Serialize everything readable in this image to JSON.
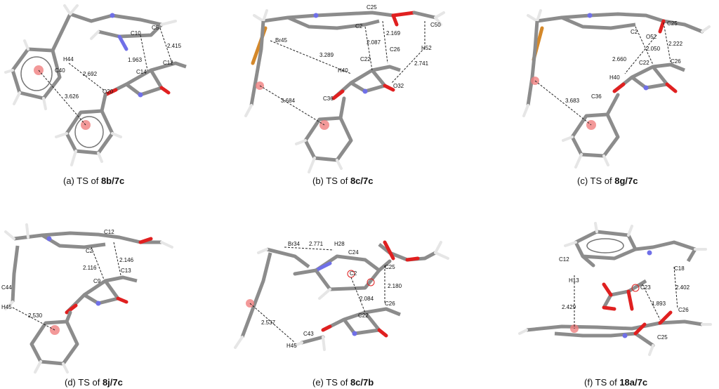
{
  "colors": {
    "carbon": "#8c8c8c",
    "hydrogen": "#e6e6e6",
    "oxygen": "#e02020",
    "nitrogen": "#7070e8",
    "bromine": "#d4882a",
    "centroid": "#f08080",
    "dashed": "#222222"
  },
  "panels": [
    {
      "id": "a",
      "caption_prefix": "(a) TS of ",
      "caption_bold": "8b/7c",
      "atom_labels": [
        "C5",
        "C10",
        "H44",
        "C40",
        "2.415",
        "C12",
        "C14",
        "O20"
      ],
      "distances": [
        "2.692",
        "1.963",
        "3.626"
      ]
    },
    {
      "id": "b",
      "caption_prefix": "(b) TS of ",
      "caption_bold": "8c/7c",
      "atom_labels": [
        "C25",
        "C2",
        "C50",
        "Br45",
        "C26",
        "H52",
        "C22",
        "H40",
        "O32",
        "C36"
      ],
      "distances": [
        "2.169",
        "2.087",
        "3.289",
        "2.741",
        "3.684"
      ]
    },
    {
      "id": "c",
      "caption_prefix": "(c) TS of ",
      "caption_bold": "8g/7c",
      "atom_labels": [
        "C25",
        "C2",
        "O52",
        "C26",
        "C22",
        "H40",
        "C36"
      ],
      "distances": [
        "2.050",
        "2.222",
        "2.660",
        "3.683"
      ]
    },
    {
      "id": "d",
      "caption_prefix": "(d) TS of ",
      "caption_bold": "8j/7c",
      "atom_labels": [
        "C12",
        "C2",
        "C13",
        "C9",
        "C44",
        "H45"
      ],
      "distances": [
        "2.146",
        "2.116",
        "2.530"
      ]
    },
    {
      "id": "e",
      "caption_prefix": "(e) TS of ",
      "caption_bold": "8c/7b",
      "atom_labels": [
        "Br34",
        "H28",
        "C24",
        "C25",
        "C2",
        "C26",
        "C22",
        "C43",
        "H45"
      ],
      "distances": [
        "2.771",
        "2.180",
        "2.084",
        "2.537"
      ]
    },
    {
      "id": "f",
      "caption_prefix": "(f) TS of ",
      "caption_bold": "18a/7c",
      "atom_labels": [
        "C12",
        "C18",
        "H13",
        "C23",
        "C26",
        "C25"
      ],
      "distances": [
        "2.402",
        "1.893",
        "2.429"
      ]
    }
  ]
}
